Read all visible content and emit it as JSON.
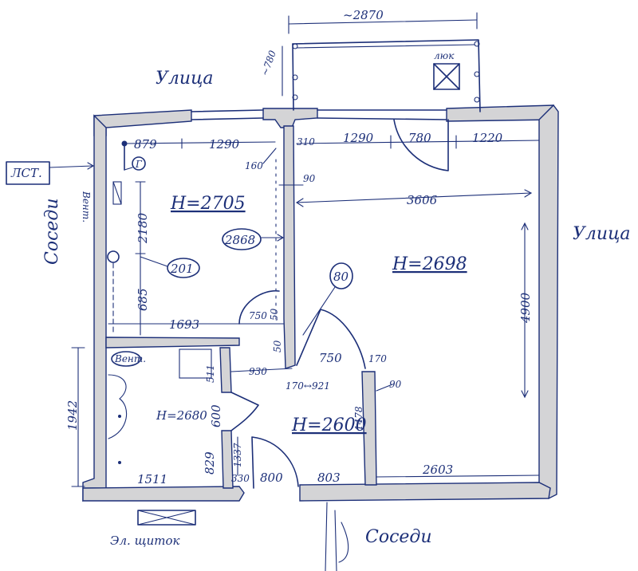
{
  "labels": {
    "street_top": "Улица",
    "street_right": "Улица",
    "neighbors_left": "Соседи",
    "neighbors_bottom": "Соседи",
    "riser": "ЛСТ.",
    "hatch": "люк",
    "electric_panel": "Эл. щиток",
    "vent_left": "Вент.",
    "vent_bath": "Вент.",
    "boiler": "Г"
  },
  "heights": {
    "kitchen": "H=2705",
    "room": "H=2698",
    "bath": "H=2680",
    "hall": "H=2600"
  },
  "dimensions": {
    "balcony_width": "~2870",
    "balcony_depth": "~780",
    "top_left_1": "879",
    "top_left_2": "1290",
    "kitchen_corner": "160",
    "top_right_1": "310",
    "top_right_2": "1290",
    "top_right_3": "780",
    "top_right_4": "1220",
    "wall_90_a": "90",
    "room_width": "3606",
    "kitchen_depth_1": "2180",
    "kitchen_depth_2": "685",
    "kitchen_wall": "2868",
    "pipe_201": "201",
    "room_door_80": "80",
    "room_length": "4900",
    "kitchen_width": "1693",
    "kitchen_door": "750",
    "wall_50_a": "50",
    "wall_50_b": "50",
    "hall_door": "750",
    "hall_wall_170": "170",
    "bath_wall_511": "511",
    "hall_930": "930",
    "hall_170_921": "170↔921",
    "wall_90_b": "90",
    "bath_depth_1942": "1942",
    "bath_door_600": "600",
    "hall_depth_1478": "1478",
    "hall_1337": "1337",
    "bath_829": "829",
    "bath_width": "1511",
    "entry_330": "330",
    "entry_door": "800",
    "entry_wall": "803",
    "room_bottom": "2603"
  },
  "colors": {
    "ink": "#1c2f78",
    "wall_fill": "#d4d4d6",
    "paper": "#ffffff"
  }
}
